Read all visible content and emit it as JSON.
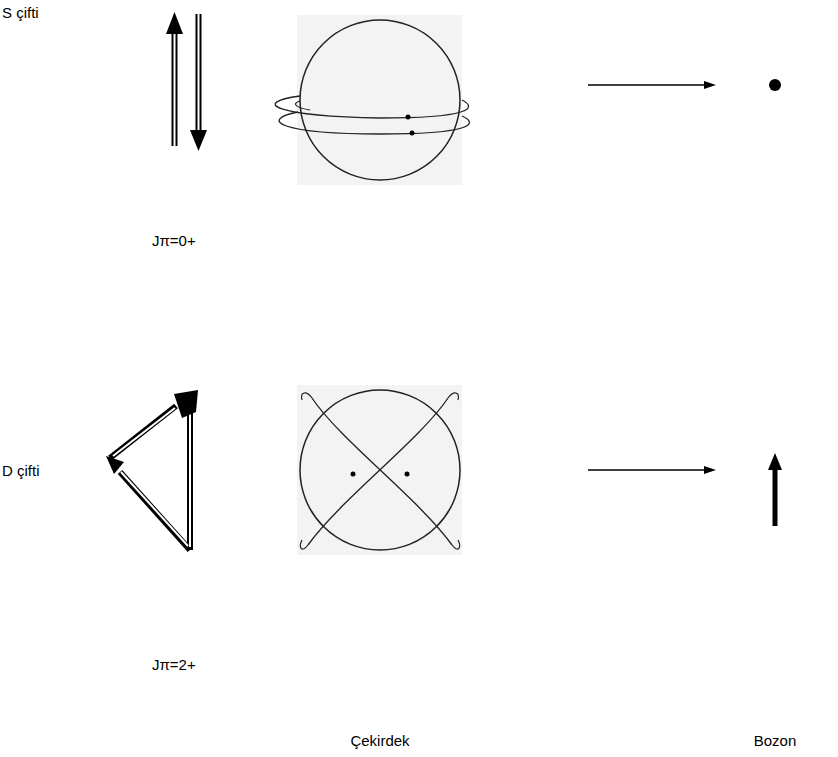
{
  "diagram": {
    "labels": [
      "S çifti",
      "Jπ=0+",
      "D çifti",
      "Jπ=2+",
      "Çekirdek",
      "Bozon"
    ]
  }
}
